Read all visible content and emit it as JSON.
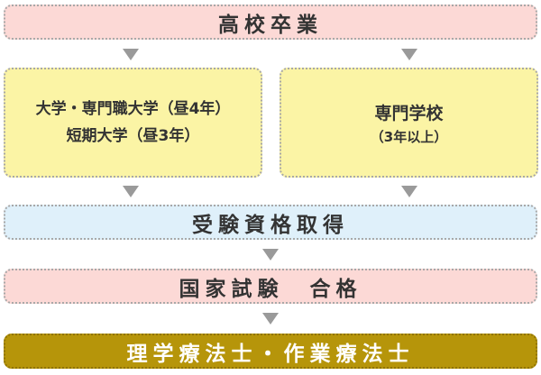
{
  "flow": {
    "step_high_school": "高校卒業",
    "university_line1": "大学・専門職大学（昼4年）",
    "university_line2": "短期大学（昼3年）",
    "vocational_title": "専門学校",
    "vocational_sub": "（3年以上）",
    "step_qualification": "受験資格取得",
    "step_exam_pass": "国家試験　合格",
    "step_final": "理学療法士・作業療法士"
  },
  "colors": {
    "pink": "#fcd9d6",
    "yellow": "#fbf4a5",
    "blue": "#dff0fa",
    "gold": "#b6950a",
    "arrow": "#9a9a9a"
  }
}
